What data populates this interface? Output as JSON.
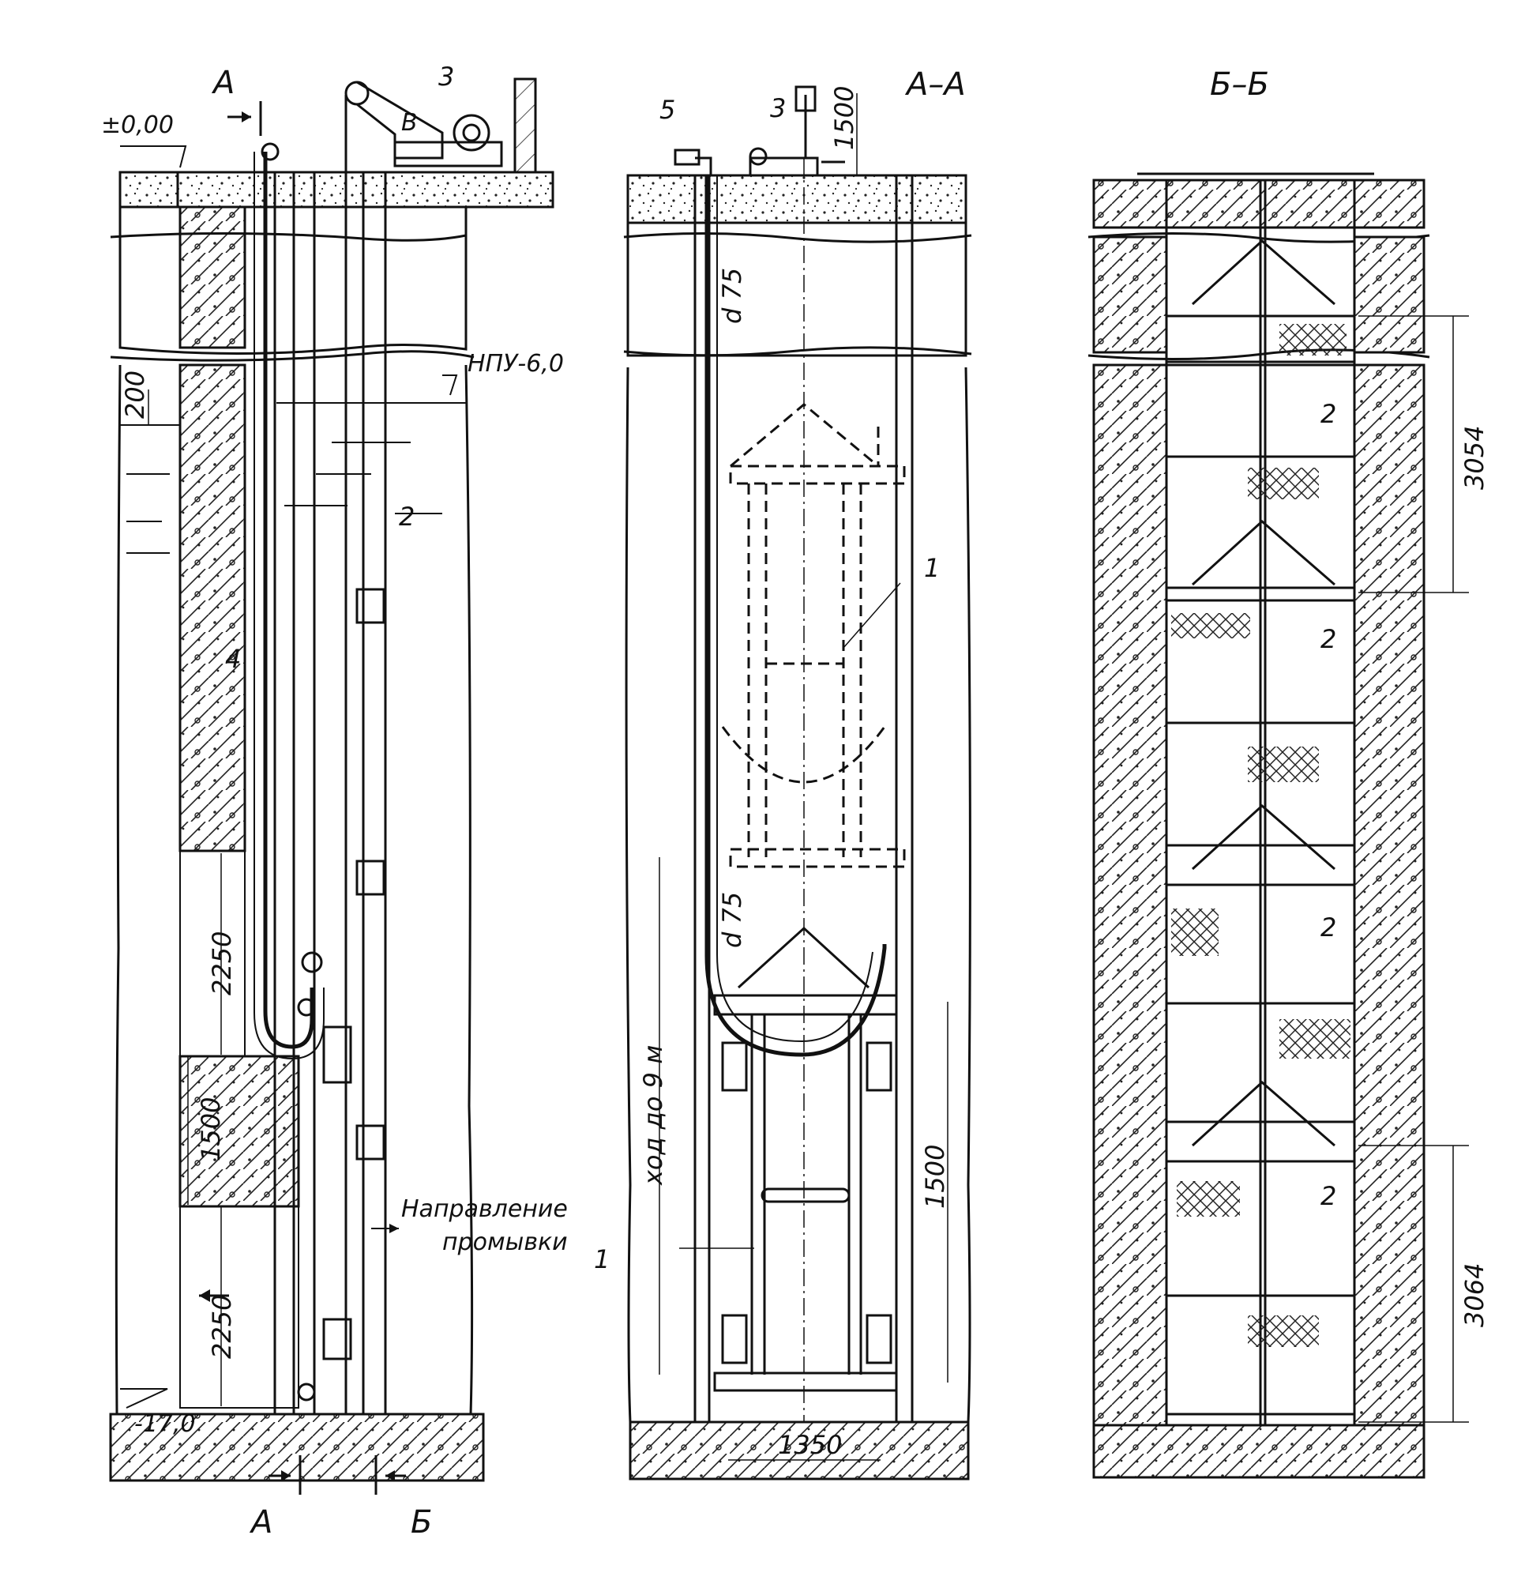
{
  "labels": {
    "level_zero": "±0,00",
    "section_a_top": "А",
    "section_a_bottom": "А",
    "section_b_bottom": "Б",
    "npu": "НПУ-6,0",
    "level_bottom": "-17,0",
    "flow_direction_line1": "Направление",
    "flow_direction_line2": "промывки",
    "view_aa_title": "А–А",
    "view_bb_title": "Б–Б",
    "travel": "ход до 9 м"
  },
  "callouts": {
    "n1": "1",
    "n2": "2",
    "n3": "3",
    "n4": "4",
    "n5": "5",
    "valve_b": "В"
  },
  "dimensions": {
    "d200": "200",
    "d2250_upper": "2250",
    "d1500_left": "1500",
    "d2250_lower": "2250",
    "d1500_top": "1500",
    "pipe_d75": "d 75",
    "d1500_right": "1500",
    "d1350": "1350",
    "d3054": "3054",
    "d3064": "3064"
  }
}
